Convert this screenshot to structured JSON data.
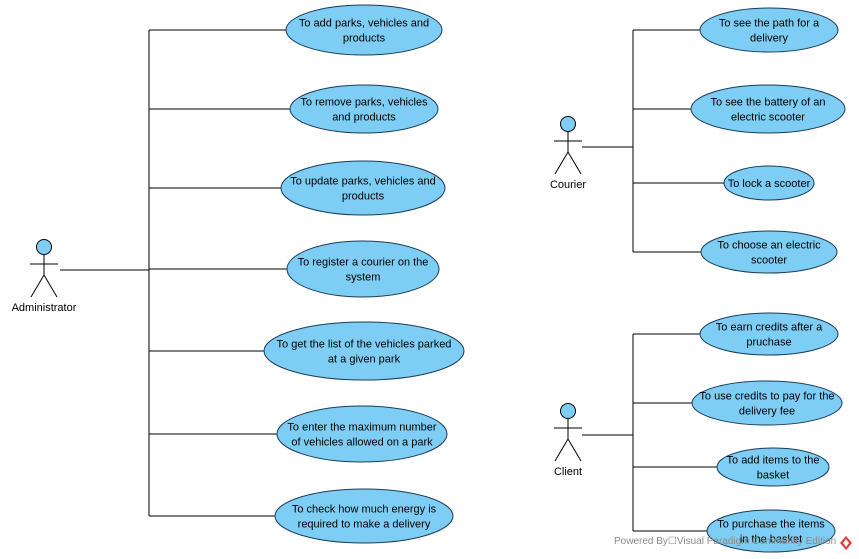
{
  "colors": {
    "usecase_fill": "#7ecdf4",
    "usecase_stroke": "#1a3c5a",
    "line": "#000000",
    "watermark": "#8a8a8a",
    "logo": "#e03a3a"
  },
  "actors": {
    "administrator": "Administrator",
    "courier": "Courier",
    "client": "Client"
  },
  "usecases": {
    "admin": [
      [
        "To add parks, vehicles and",
        "products"
      ],
      [
        "To remove parks, vehicles",
        "and products"
      ],
      [
        "To update parks, vehicles and",
        "products"
      ],
      [
        "To register a courier on the",
        "system"
      ],
      [
        "To get the list of the vehicles parked",
        "at a given park"
      ],
      [
        "To enter the maximum number",
        "of vehicles allowed on a park"
      ],
      [
        "To check how much energy is",
        "required to make a delivery"
      ]
    ],
    "courier": [
      [
        "To see the path for a",
        "delivery"
      ],
      [
        "To see the battery of an",
        "electric scooter"
      ],
      [
        "To lock a scooter"
      ],
      [
        "To choose an electric",
        "scooter"
      ]
    ],
    "client": [
      [
        "To earn credits after a",
        "pruchase"
      ],
      [
        "To use credits to pay for the",
        "delivery fee"
      ],
      [
        "To add items to the",
        "basket"
      ],
      [
        "To purchase the items",
        "in the basket"
      ]
    ]
  },
  "watermark": {
    "text": "Powered By☐Visual Paradigm Community Edition",
    "logo_icon": "visual-paradigm-logo-icon"
  }
}
